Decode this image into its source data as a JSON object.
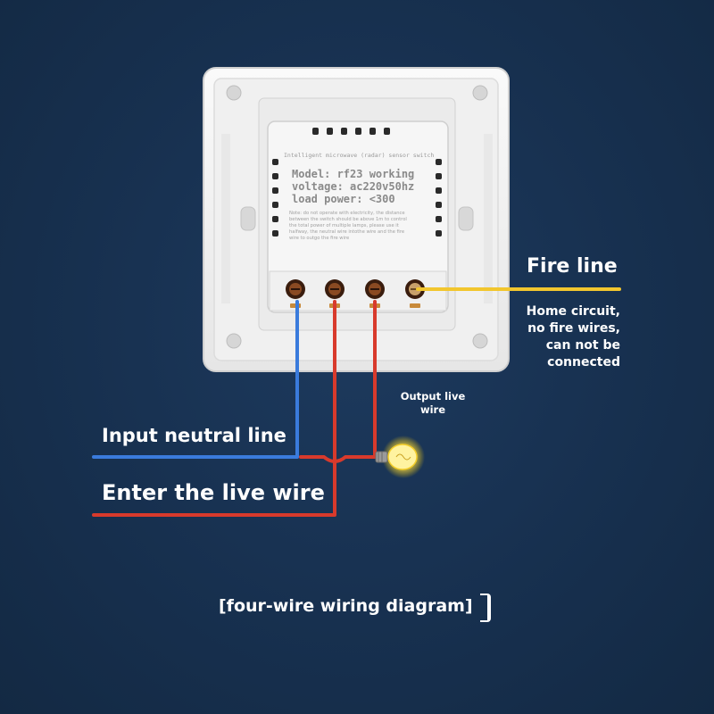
{
  "switch": {
    "product_title": "Intelligent microwave (radar) sensor switch",
    "spec_model": "Model: rf23 working",
    "spec_voltage": "voltage: ac220v50hz",
    "spec_load": "load power: <300",
    "warning_note": "Note: do not operate with electricity, the distance between the switch should be above 1m to control the total power of multiple lamps, please use it halfway, the neutral wire intothe wire and the fire wire to outgo the fire wire"
  },
  "labels": {
    "fire_line": "Fire line",
    "home_circuit_note": "Home circuit,\nno fire wires,\ncan not be\nconnected",
    "output_live_wire": "Output live\nwire",
    "input_neutral_line": "Input neutral line",
    "enter_live_wire": "Enter the live wire"
  },
  "caption": "[four-wire wiring diagram]",
  "colors": {
    "background": "#17304f",
    "neutral_wire": "#3a7bdc",
    "live_wire": "#d83a2c",
    "fire_wire": "#f2c62e",
    "switch_body": "#f2f2f2"
  }
}
